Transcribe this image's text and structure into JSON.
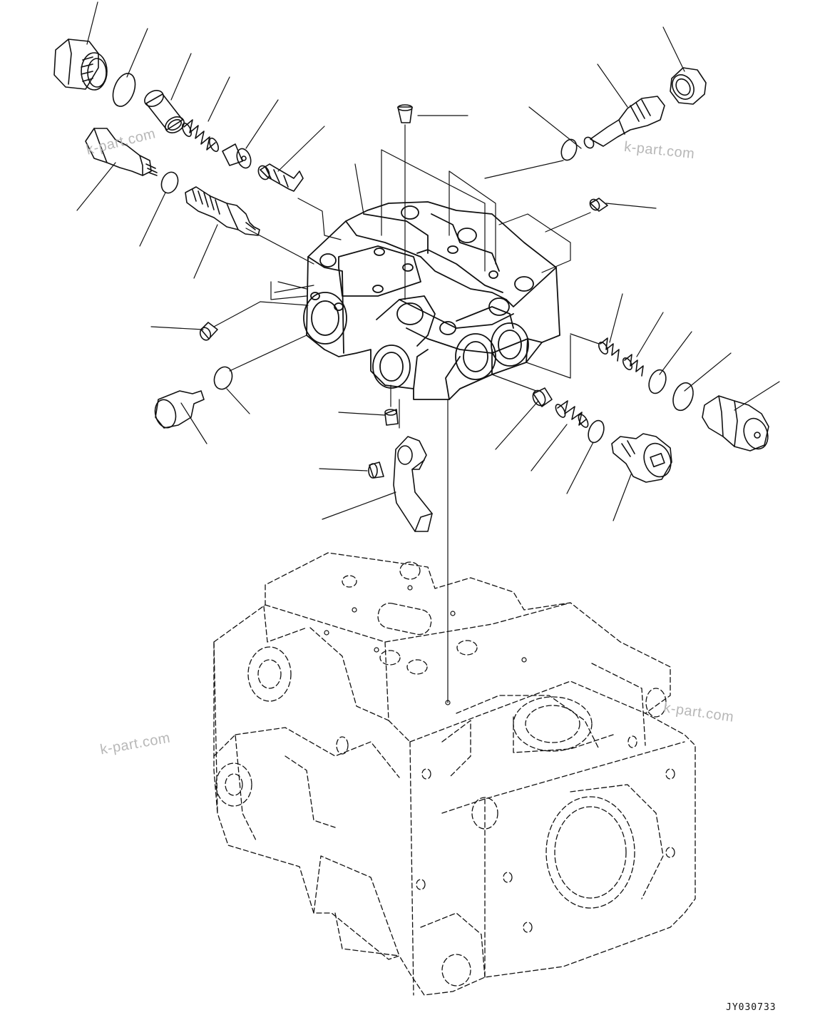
{
  "watermarks": [
    "k-part.com",
    "k-part.com",
    "k-part.com",
    "k-part.com"
  ],
  "figure_code": "JY030733",
  "colors": {
    "line": "#111111",
    "watermark": "#b8b8b8",
    "background": "#ffffff"
  }
}
